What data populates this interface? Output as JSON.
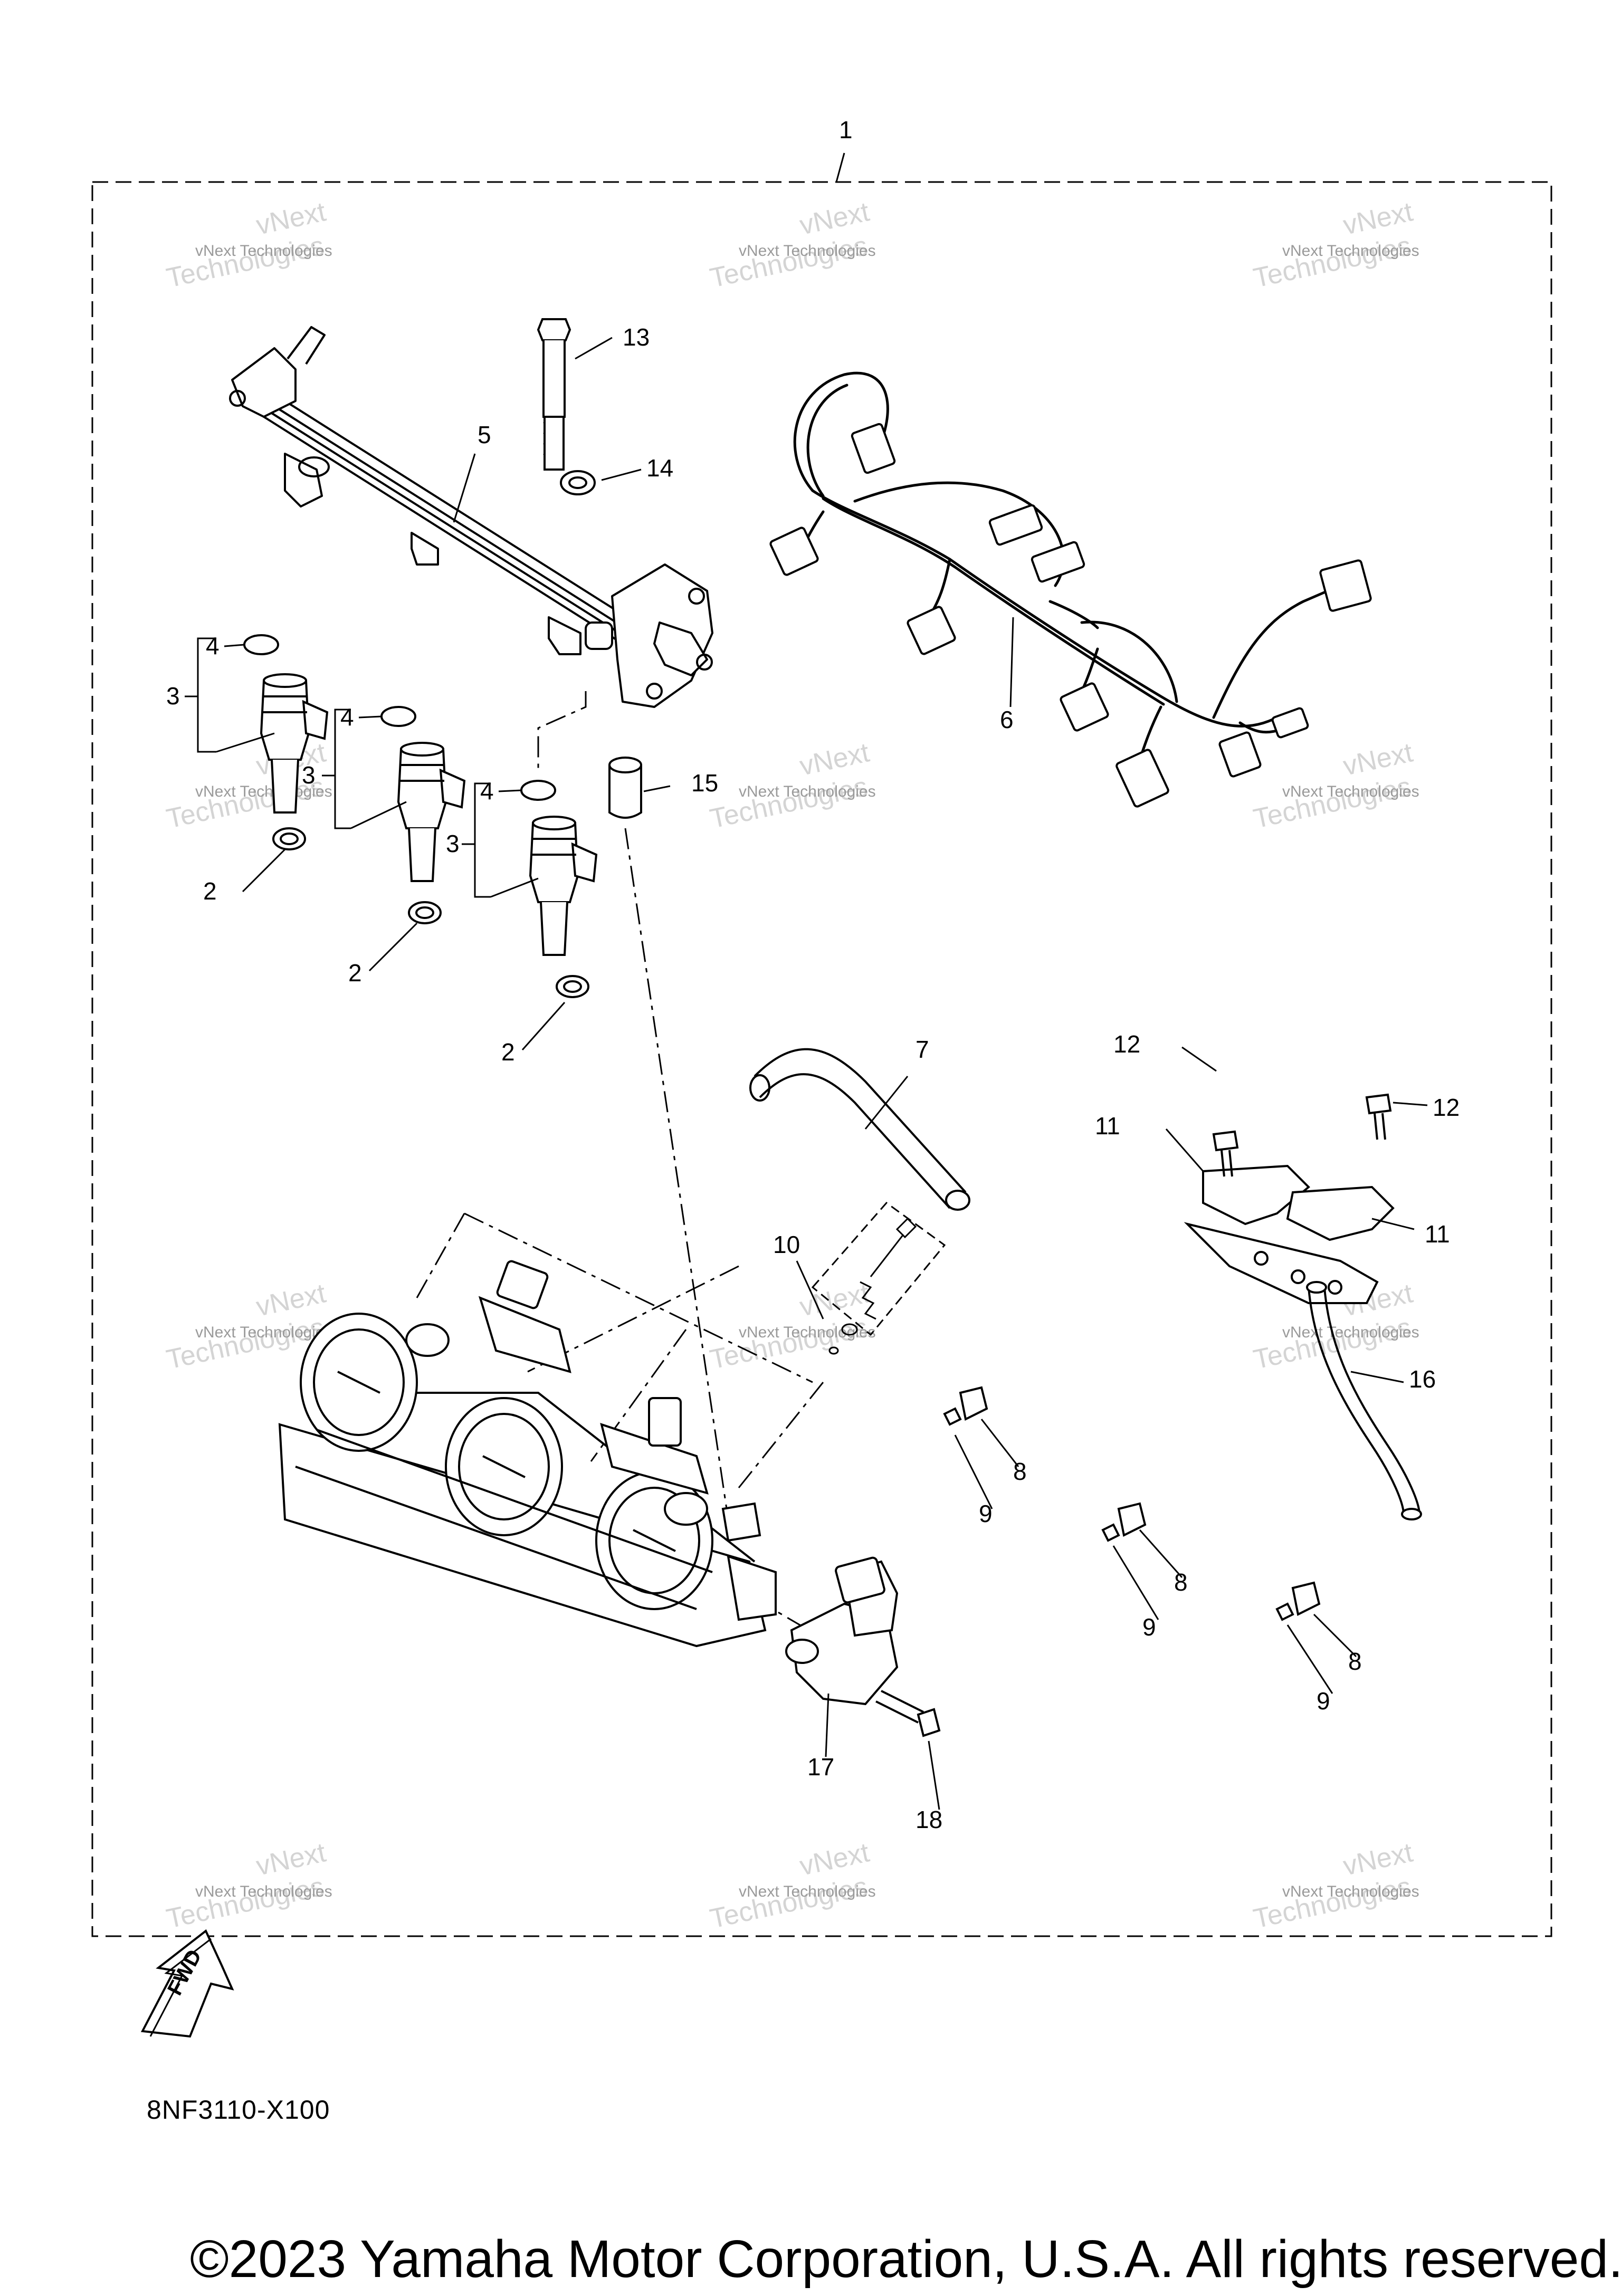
{
  "diagram": {
    "callouts": {
      "assembly": "1",
      "o_ring_lower": "2",
      "injector": "3",
      "o_ring_upper": "4",
      "delivery_pipe": "5",
      "wire_harness": "6",
      "hose": "7",
      "cap": "8",
      "clip": "9",
      "screw_set": "10",
      "bracket": "11",
      "bolt_bracket": "12",
      "bolt_pipe": "13",
      "washer": "14",
      "collar": "15",
      "hose_small": "16",
      "throttle_sensor": "17",
      "bolt_sensor": "18"
    },
    "watermark": {
      "line1": "vNext Technologies",
      "line2": "vNext",
      "line3": "Technologies"
    },
    "fwd_label": "FWD",
    "doc_code": "8NF3110-X100"
  },
  "footer": {
    "copyright": "©2023 Yamaha Motor Corporation, U.S.A. All rights reserved."
  }
}
